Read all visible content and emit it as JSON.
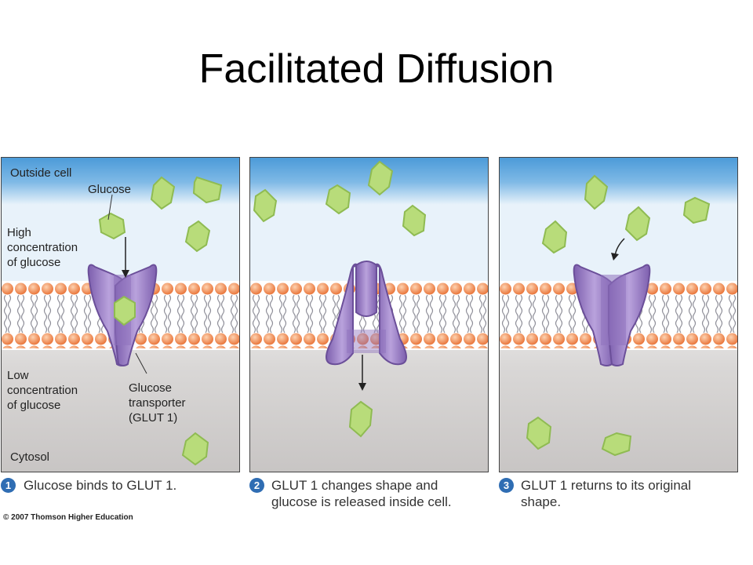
{
  "title": "Facilitated Diffusion",
  "panel1": {
    "outside": "Outside cell",
    "glucose": "Glucose",
    "high": "High\nconcentration\nof glucose",
    "low": "Low\nconcentration\nof glucose",
    "transporter": "Glucose\ntransporter\n(GLUT 1)",
    "cytosol": "Cytosol"
  },
  "steps": [
    {
      "num": "1",
      "caption": "Glucose binds to GLUT 1."
    },
    {
      "num": "2",
      "caption": "GLUT 1 changes shape and\nglucose is released inside cell."
    },
    {
      "num": "3",
      "caption": "GLUT 1 returns to its original\nshape."
    }
  ],
  "copyright": "© 2007 Thomson Higher Education",
  "colors": {
    "outside_top": "#4a9ad8",
    "cytosol": "#cfcccb",
    "lipid_head": "#f08a50",
    "protein": "#9a7ec2",
    "glucose": "#b8dc7a"
  }
}
